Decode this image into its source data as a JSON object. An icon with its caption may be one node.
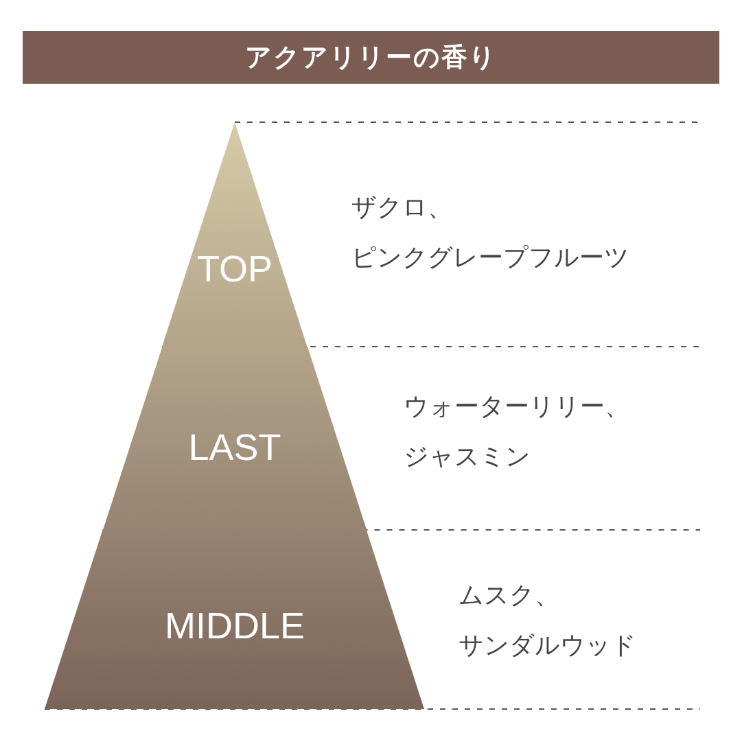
{
  "diagram": {
    "title": "アクアリリーの香り",
    "nodes": [
      {
        "text": [
          "TOP"
        ],
        "beside": [
          "ザクロ、ピンクグレープフルーツ"
        ]
      },
      {
        "text": [
          "LAST"
        ],
        "beside": [
          "ウォーターリリー、ジャスミン"
        ]
      },
      {
        "text": [
          "MIDDLE"
        ],
        "beside": [
          "ムスク、サンダルウッド"
        ]
      }
    ],
    "edges": []
  }
}
